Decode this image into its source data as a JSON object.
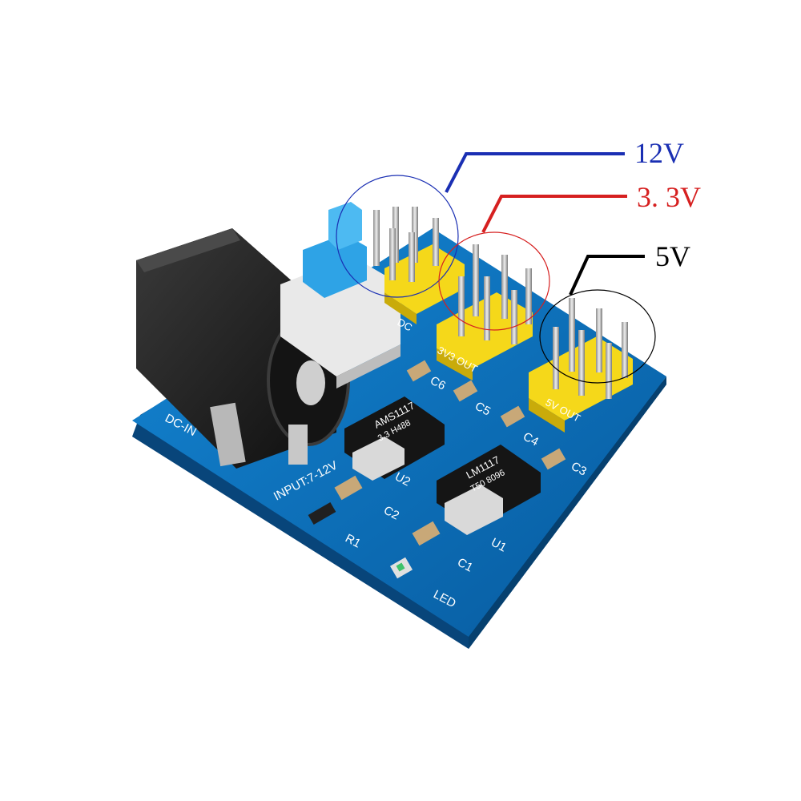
{
  "callouts": {
    "v12": {
      "label": "12V",
      "color": "#1a2fb3"
    },
    "v33": {
      "label": "3. 3V",
      "color": "#d62020"
    },
    "v5": {
      "label": "5V",
      "color": "#000000"
    }
  },
  "board_labels": {
    "dc_in": "DC-IN",
    "input": "INPUT:7-12V",
    "led": "LED",
    "r1": "R1",
    "c1": "C1",
    "c2": "C2",
    "c3": "C3",
    "c4": "C4",
    "c5": "C5",
    "c6": "C6",
    "u1": "U1",
    "u2": "U2",
    "out_3v3": "3V3 OUT",
    "out_5v": "5V OUT",
    "dc": "DC",
    "chip_u1_line1": "LM1117",
    "chip_u1_line2": "T50 8096",
    "chip_u2_line1": "AMS1117",
    "chip_u2_line2": "3.3 H488"
  },
  "colors": {
    "pcb": "#0a6fc0",
    "header": "#f5d81a",
    "jack": "#1c1c1c",
    "switch_button": "#2ea3e6"
  }
}
